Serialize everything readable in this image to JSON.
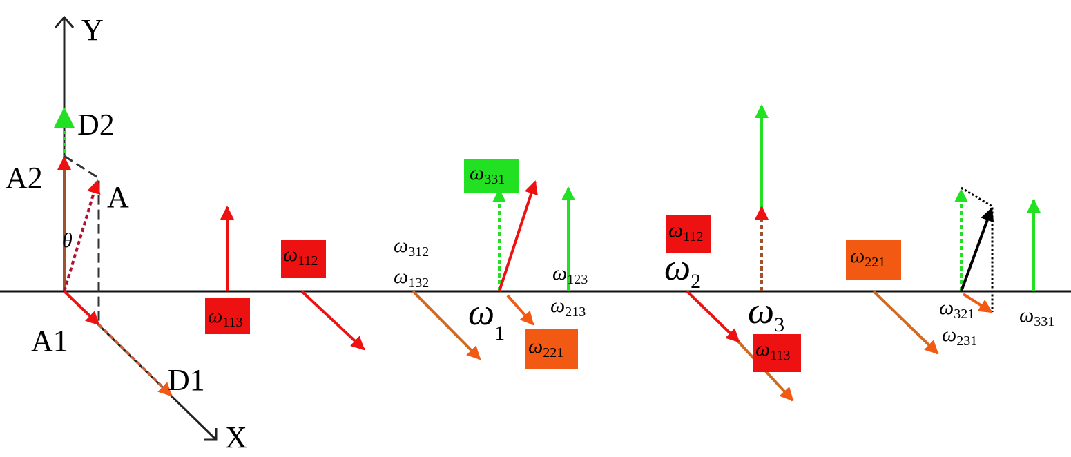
{
  "axes": {
    "y_label": "Y",
    "x_label": "X"
  },
  "vector_labels": {
    "d2": "D2",
    "a2": "A2",
    "a": "A",
    "a1": "A1",
    "d1": "D1",
    "theta": "θ"
  },
  "omega": "ω",
  "omega_labels": [
    {
      "sub": "113"
    },
    {
      "sub": "112"
    },
    {
      "sub": "312"
    },
    {
      "sub": "132"
    },
    {
      "sub": "331"
    },
    {
      "sub": "221"
    },
    {
      "sub": "123"
    },
    {
      "sub": "213"
    },
    {
      "sub": "112"
    },
    {
      "sub": "113"
    },
    {
      "sub": "221"
    },
    {
      "sub": "321"
    },
    {
      "sub": "231"
    },
    {
      "sub": "331"
    }
  ],
  "group_labels": [
    {
      "sub": "1"
    },
    {
      "sub": "2"
    },
    {
      "sub": "3"
    }
  ],
  "colors": {
    "red": "#ee1111",
    "orange": "#f25a14",
    "green": "#22e022",
    "black": "#000000"
  }
}
